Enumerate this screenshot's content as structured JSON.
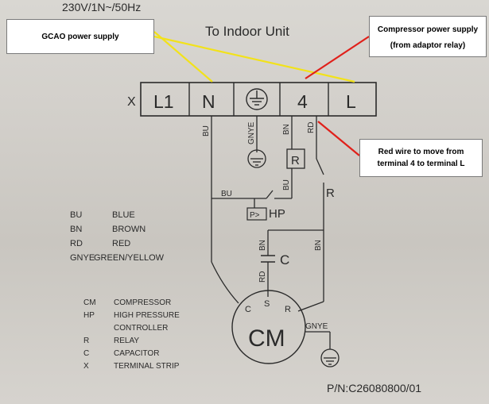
{
  "header_text": "230V/1N~/50Hz",
  "to_indoor_unit": "To Indoor Unit",
  "terminals": [
    "X",
    "L1",
    "N",
    "⏚",
    "4",
    "L"
  ],
  "wire_codes": {
    "bu1": "BU",
    "gnye": "GNYE",
    "bn1": "BN",
    "rd1": "RD",
    "bu2": "BU",
    "bu3": "BU",
    "bn2": "BN",
    "rd2": "RD",
    "bn3": "BN",
    "gnye2": "GNYE"
  },
  "components": {
    "relay_box": "R",
    "relay_contact": "R",
    "hp_box": "P>",
    "hp_label": "HP",
    "capacitor": "C",
    "motor": "CM",
    "motor_c": "C",
    "motor_s": "S",
    "motor_r": "R"
  },
  "legend_colors": [
    {
      "code": "BU",
      "name": "BLUE"
    },
    {
      "code": "BN",
      "name": "BROWN"
    },
    {
      "code": "RD",
      "name": "RED"
    },
    {
      "code": "GNYE",
      "name": "GREEN/YELLOW"
    }
  ],
  "legend_parts": [
    {
      "code": "CM",
      "name": "COMPRESSOR"
    },
    {
      "code": "HP",
      "name": "HIGH PRESSURE"
    },
    {
      "code": "",
      "name": "CONTROLLER"
    },
    {
      "code": "R",
      "name": "RELAY"
    },
    {
      "code": "C",
      "name": "CAPACITOR"
    },
    {
      "code": "X",
      "name": "TERMINAL STRIP"
    }
  ],
  "part_number": "P/N:C26080800/01",
  "annotations": {
    "gcao": "GCAO  power supply",
    "compressor_line1": "Compressor power supply",
    "compressor_line2": "(from adaptor relay)",
    "red_wire_line1": "Red wire to move from",
    "red_wire_line2": "terminal 4 to terminal L"
  },
  "colors": {
    "yellow_line": "#f2e21a",
    "red_line": "#e0201a",
    "ink": "#2a2a2a"
  }
}
